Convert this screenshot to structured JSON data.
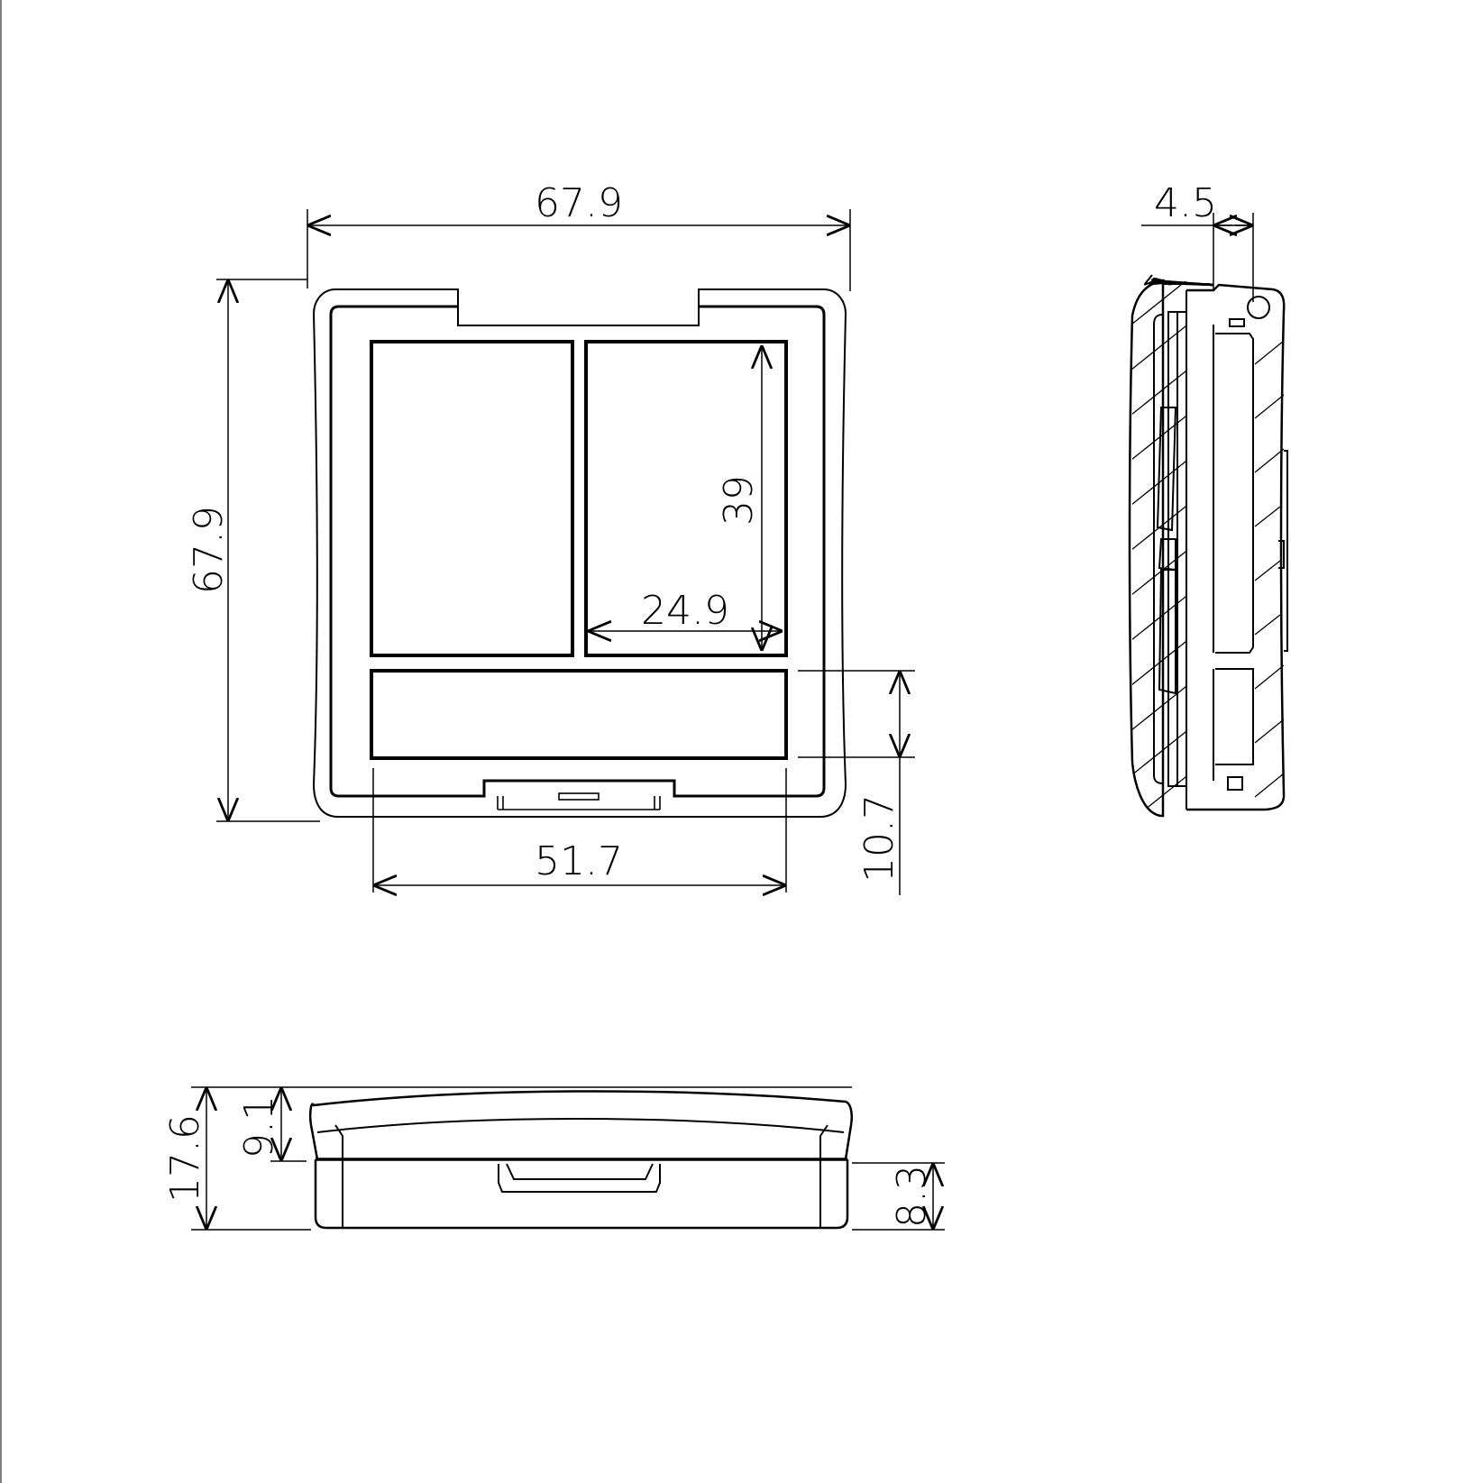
{
  "dimensions": {
    "front_width": "67.9",
    "front_height": "67.9",
    "pan_height": "39",
    "pan_width": "24.9",
    "lower_pan_height": "10.7",
    "inner_width": "51.7",
    "side_depth": "4.5",
    "total_thickness": "17.6",
    "lid_thickness": "9.1",
    "base_thickness": "8.3"
  },
  "colors": {
    "line": "#000000",
    "background": "#ffffff"
  }
}
